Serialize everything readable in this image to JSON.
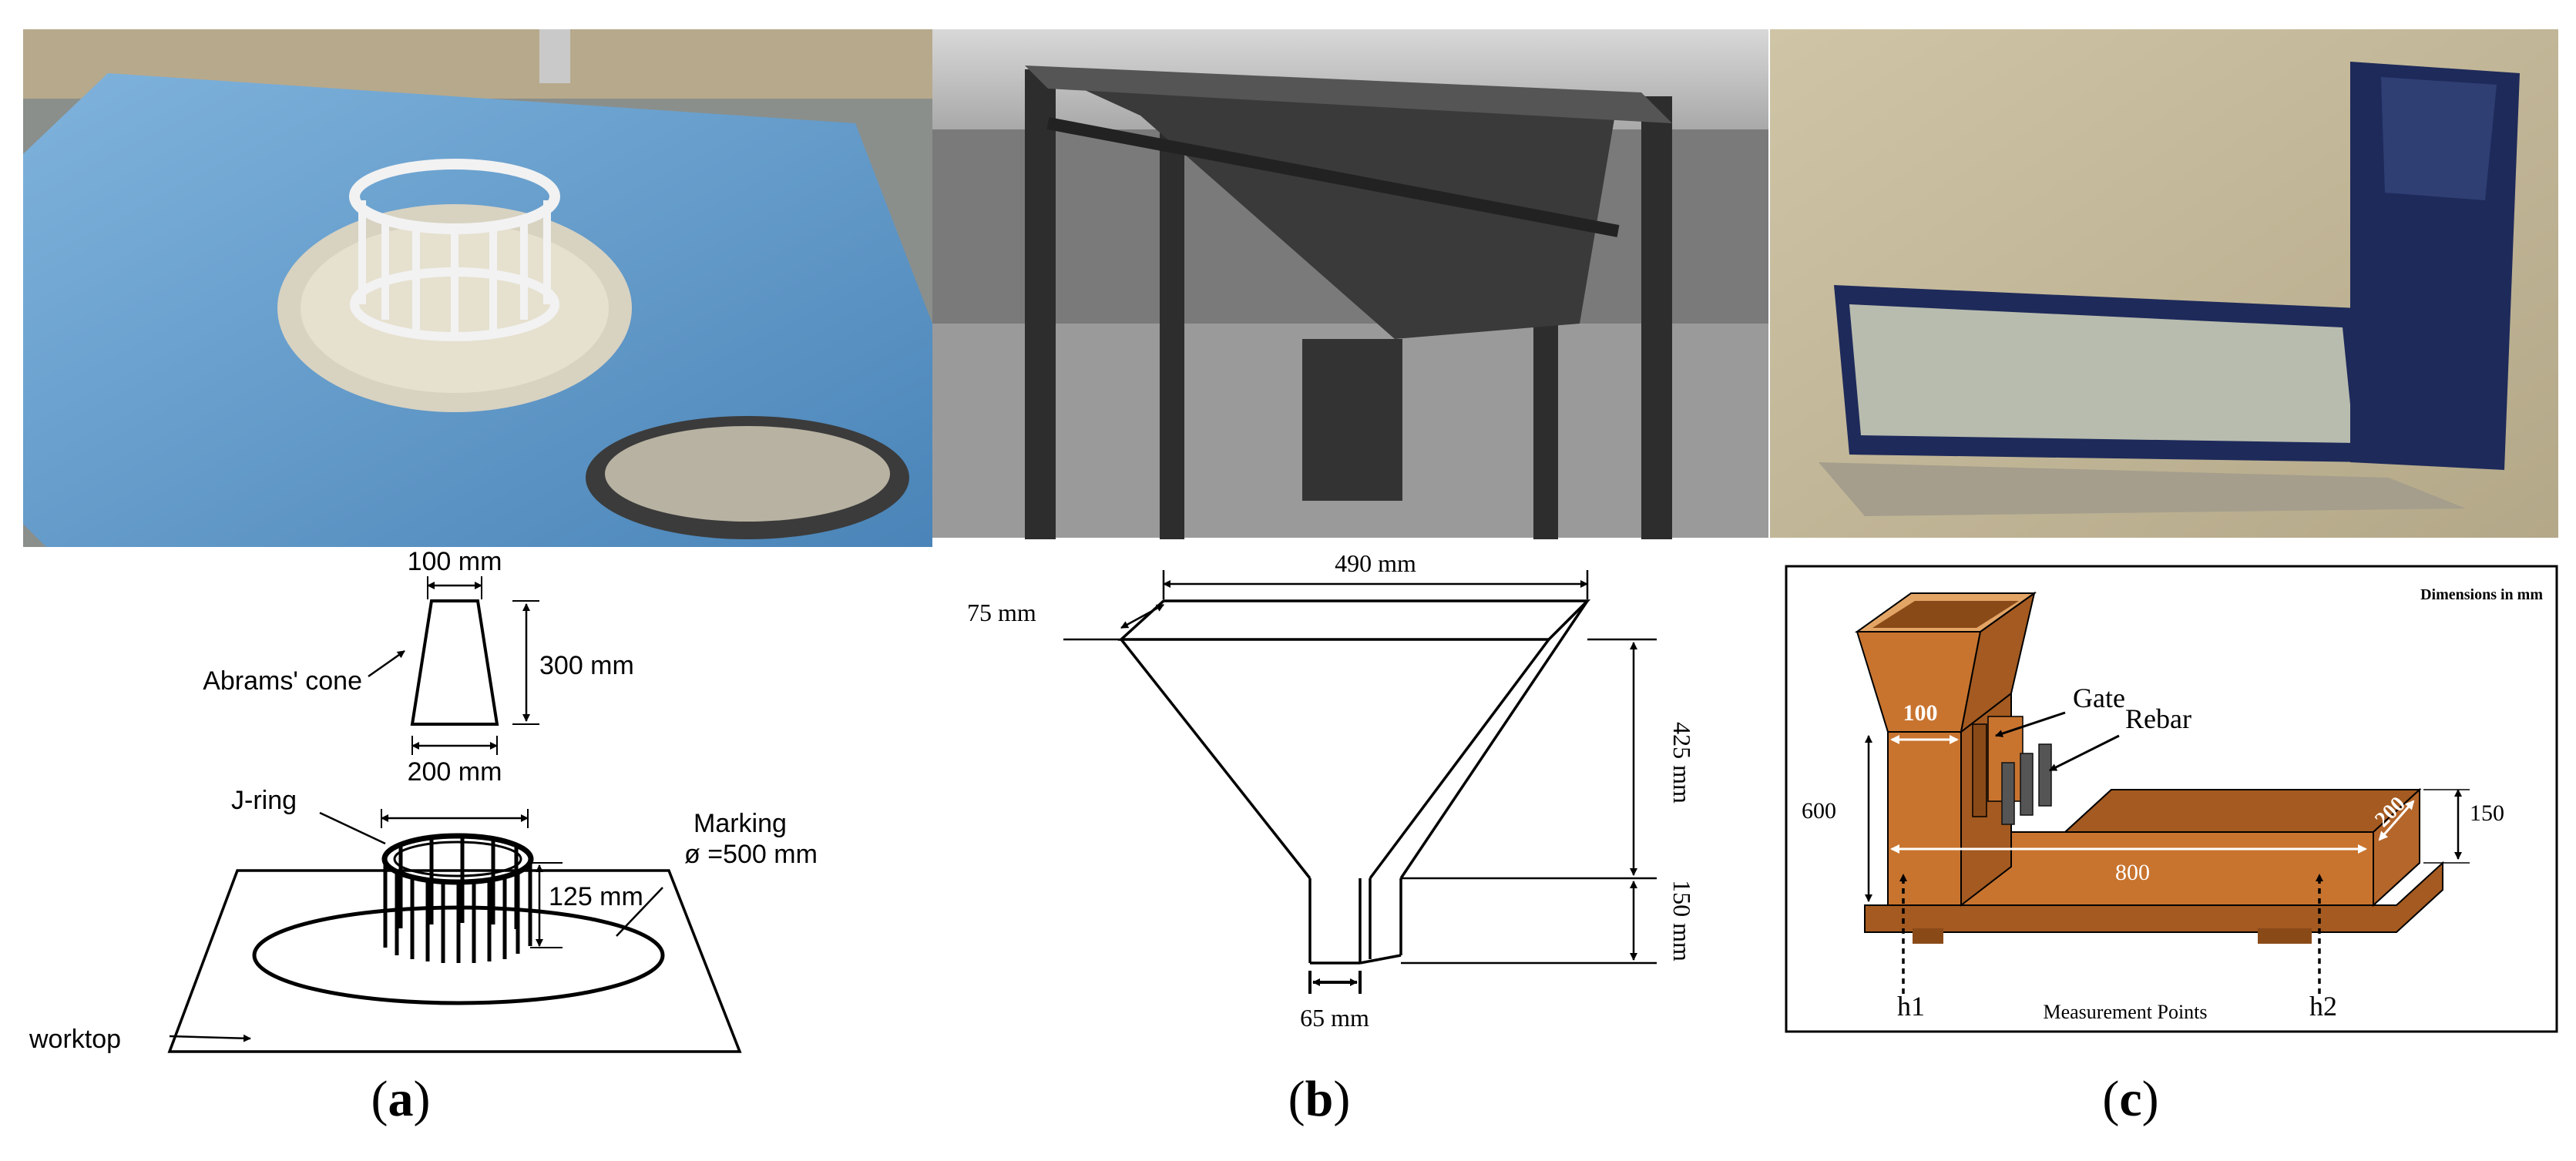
{
  "panel_labels": {
    "a": "a",
    "b": "b",
    "c": "c"
  },
  "panel_a": {
    "dim_top": "100 mm",
    "dim_height": "300 mm",
    "dim_bottom": "200 mm",
    "cone_label": "Abrams' cone",
    "jring_label": "J-ring",
    "marking_label": "Marking",
    "marking_dim": "ø =500 mm",
    "ring_height": "125 mm",
    "worktop_label": "worktop"
  },
  "panel_b": {
    "dim_top": "490 mm",
    "dim_depth": "75 mm",
    "dim_height": "425 mm",
    "dim_neck": "150 mm",
    "dim_outlet": "65 mm"
  },
  "panel_c": {
    "dimensions_note": "Dimensions in mm",
    "gate_label": "Gate",
    "rebar_label": "Rebar",
    "dim_100": "100",
    "dim_600": "600",
    "dim_800": "800",
    "dim_200": "200",
    "dim_150": "150",
    "h1_label": "h1",
    "h2_label": "h2",
    "measurement_label": "Measurement Points"
  },
  "colors": {
    "box_orange": "#c8742f",
    "box_dark": "#a45a20",
    "photo_blue": "#5a96c7"
  }
}
